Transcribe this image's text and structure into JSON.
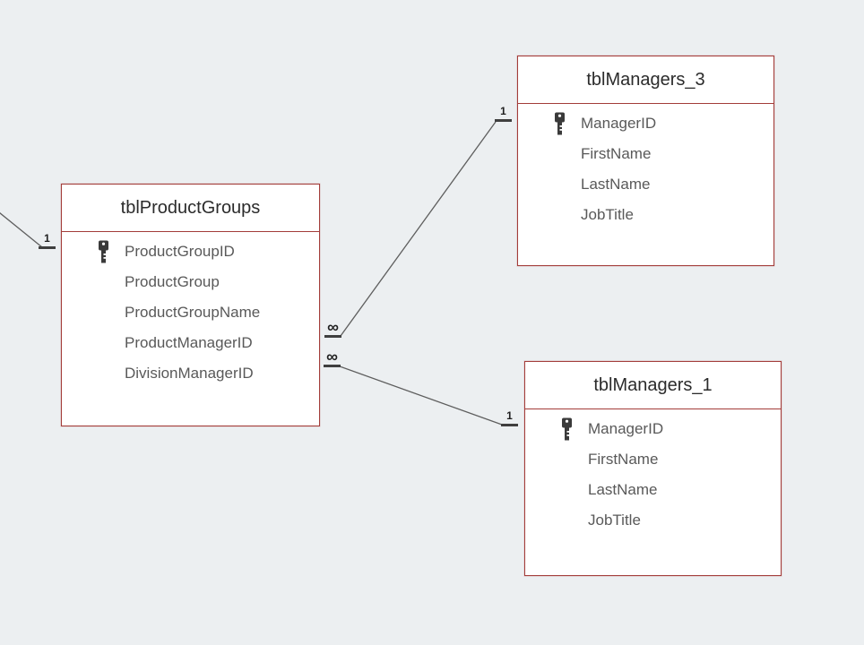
{
  "app": "Access Relationships Diagram",
  "colors": {
    "canvas_bg": "#ECEFF1",
    "table_border": "#A33C39",
    "table_bg": "#FFFFFF",
    "title_text": "#2B2B2B",
    "field_text": "#595959",
    "line_color": "#5E5E5E",
    "marker_color": "#1F1F1F"
  },
  "tables": [
    {
      "title": "tblProductGroups",
      "fields": [
        {
          "name": "ProductGroupID",
          "pk": true
        },
        {
          "name": "ProductGroup",
          "pk": false
        },
        {
          "name": "ProductGroupName",
          "pk": false
        },
        {
          "name": "ProductManagerID",
          "pk": false
        },
        {
          "name": "DivisionManagerID",
          "pk": false
        }
      ]
    },
    {
      "title": "tblManagers_3",
      "fields": [
        {
          "name": "ManagerID",
          "pk": true
        },
        {
          "name": "FirstName",
          "pk": false
        },
        {
          "name": "LastName",
          "pk": false
        },
        {
          "name": "JobTitle",
          "pk": false
        }
      ]
    },
    {
      "title": "tblManagers_1",
      "fields": [
        {
          "name": "ManagerID",
          "pk": true
        },
        {
          "name": "FirstName",
          "pk": false
        },
        {
          "name": "LastName",
          "pk": false
        },
        {
          "name": "JobTitle",
          "pk": false
        }
      ]
    }
  ],
  "relationships": [
    {
      "from_table": "(off-screen left)",
      "to_table": "tblProductGroups",
      "one_label": "1",
      "many_label": ""
    },
    {
      "from_table": "tblProductGroups",
      "to_table": "tblManagers_3",
      "one_label": "1",
      "many_label": "∞"
    },
    {
      "from_table": "tblProductGroups",
      "to_table": "tblManagers_1",
      "one_label": "1",
      "many_label": "∞"
    }
  ]
}
